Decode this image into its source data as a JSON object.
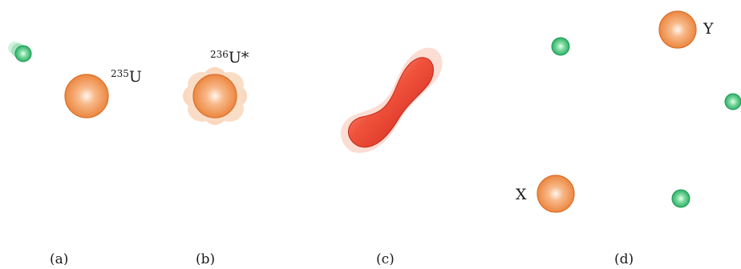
{
  "panels": {
    "a": {
      "label": "(a)",
      "nucleus_mass": "235",
      "nucleus_symbol": "U"
    },
    "b": {
      "label": "(b)",
      "nucleus_mass": "236",
      "nucleus_symbol": "U*"
    },
    "c": {
      "label": "(c)"
    },
    "d": {
      "label": "(d)",
      "fragment_x": "X",
      "fragment_y": "Y"
    }
  },
  "colors": {
    "nucleus": "#ef8a3c",
    "nucleus_light": "#fde2c9",
    "neutron": "#2fb56a",
    "neutron_light": "#bff0d2",
    "deformed": "#e8372a",
    "deformed_light": "#f7b7a4"
  }
}
